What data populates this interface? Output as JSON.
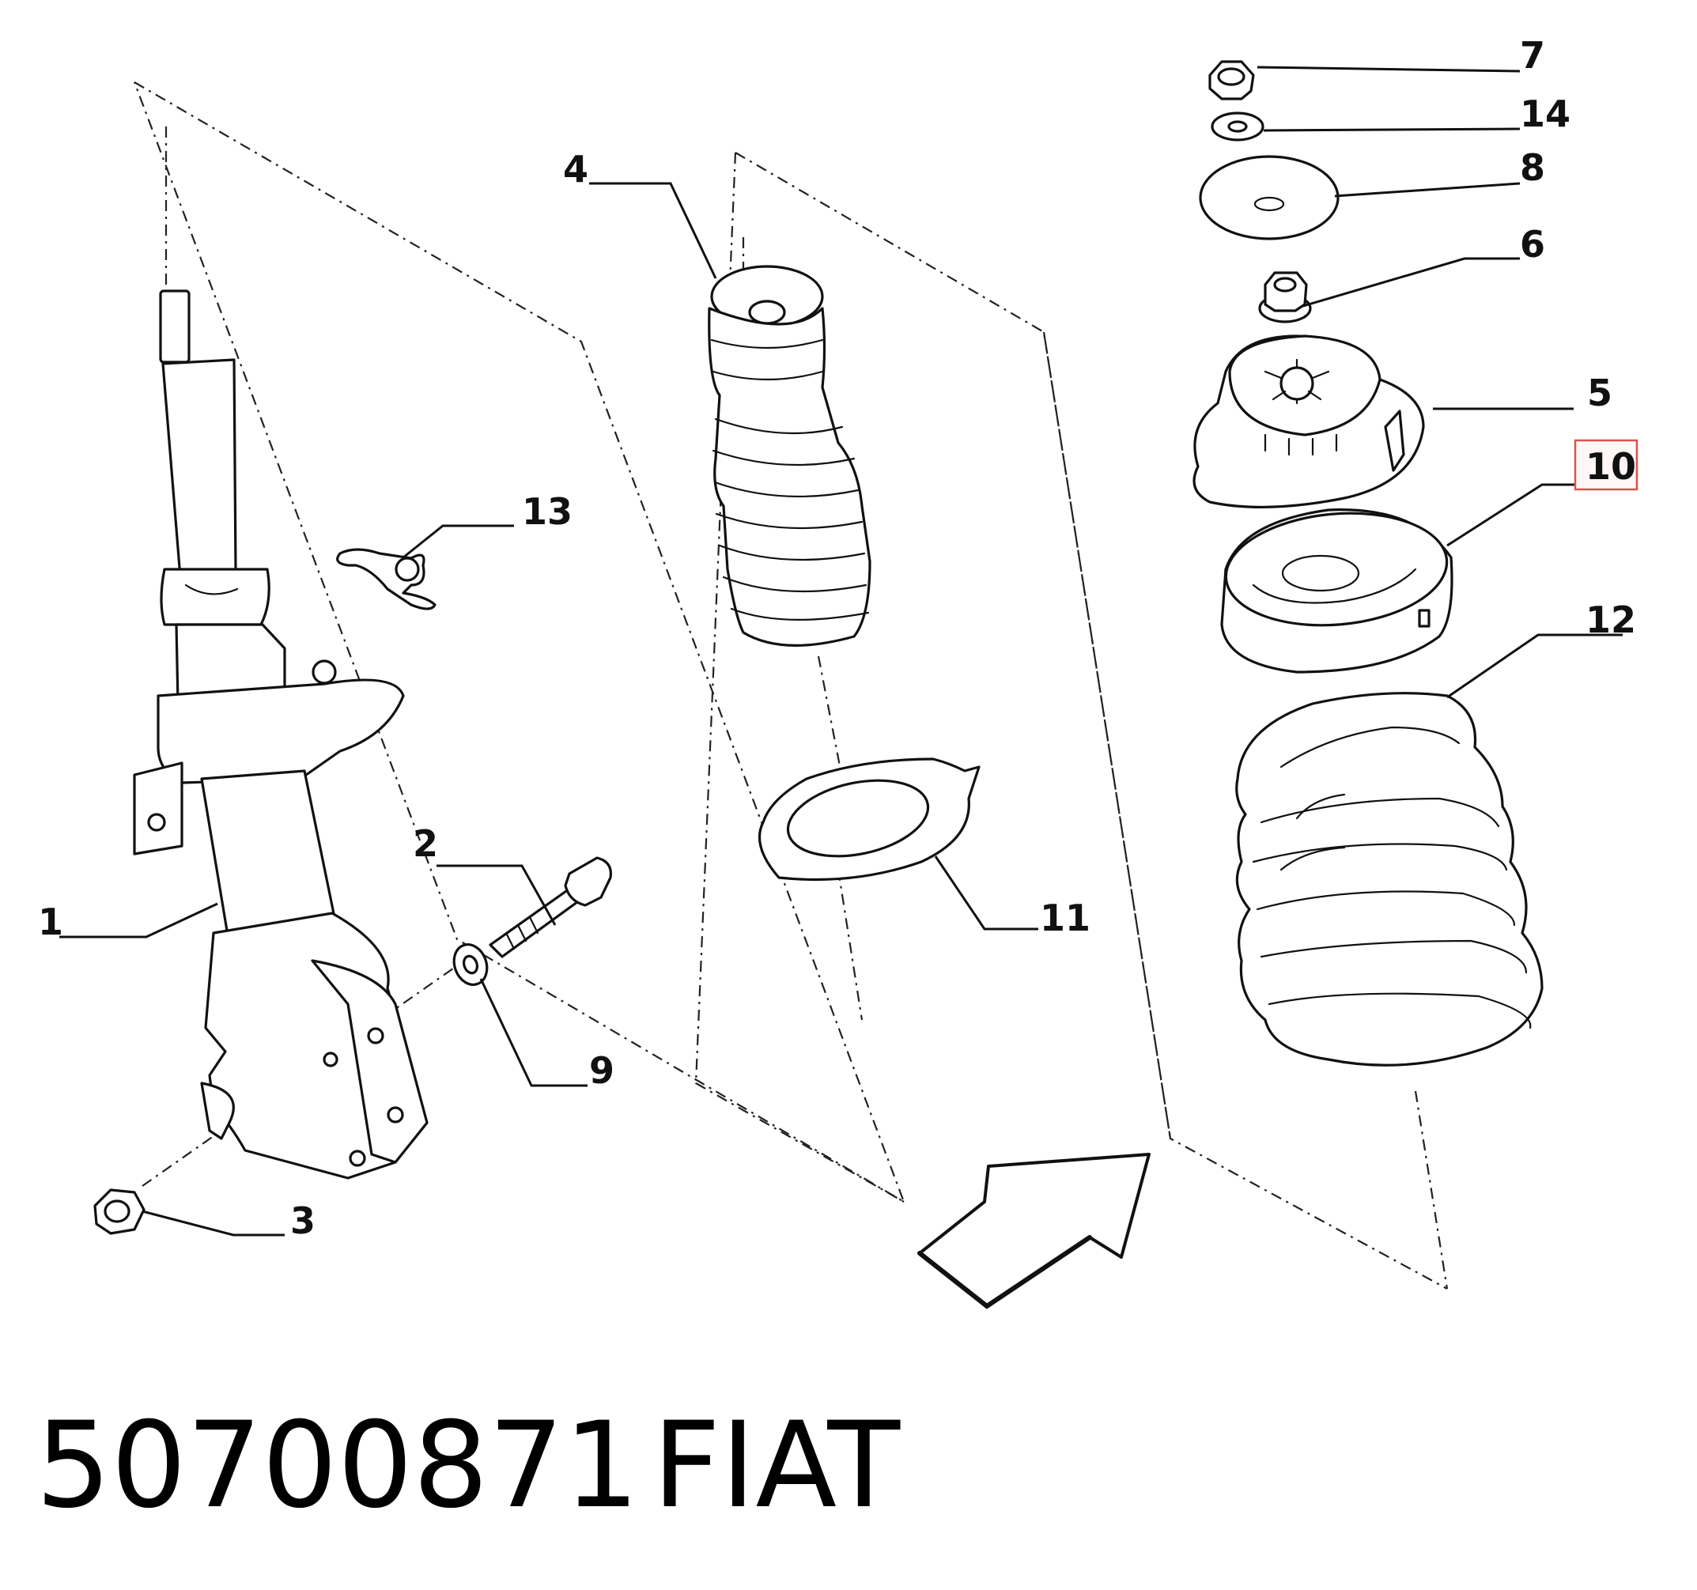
{
  "callouts": [
    {
      "id": "1",
      "text": "1"
    },
    {
      "id": "2",
      "text": "2"
    },
    {
      "id": "3",
      "text": "3"
    },
    {
      "id": "4",
      "text": "4"
    },
    {
      "id": "5",
      "text": "5"
    },
    {
      "id": "6",
      "text": "6"
    },
    {
      "id": "7",
      "text": "7"
    },
    {
      "id": "8",
      "text": "8"
    },
    {
      "id": "9",
      "text": "9"
    },
    {
      "id": "10",
      "text": "10",
      "highlighted": true
    },
    {
      "id": "11",
      "text": "11"
    },
    {
      "id": "12",
      "text": "12"
    },
    {
      "id": "13",
      "text": "13"
    },
    {
      "id": "14",
      "text": "14"
    }
  ],
  "caption": {
    "part_number": "50700871",
    "brand": "FIAT"
  },
  "colors": {
    "highlight_border": "#d9534f",
    "highlight_fill": "#fff6f6",
    "ink": "#111111"
  }
}
